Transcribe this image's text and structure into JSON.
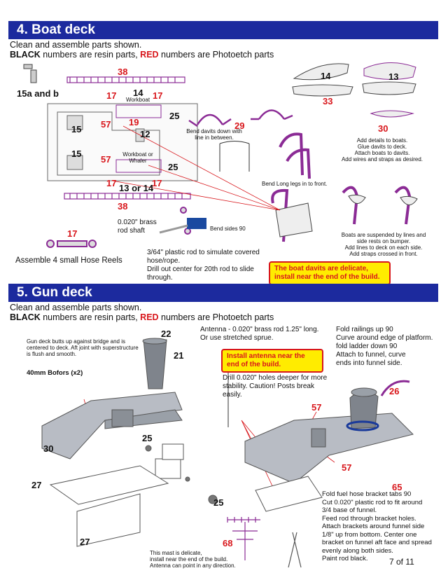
{
  "section1": {
    "heading": "4. Boat deck",
    "line1": "Clean and assemble parts shown.",
    "line2_black": "BLACK",
    "line2_a": " numbers are resin parts, ",
    "line2_red": "RED",
    "line2_b": " numbers are Photoetch parts",
    "labels": {
      "p38_top": "38",
      "p15ab": "15a and b",
      "p14_top": "14",
      "workboat": "Workboat",
      "p17_tl": "17",
      "p17_tr": "17",
      "p25_top": "25",
      "p15_a": "15",
      "p57_a": "57",
      "p19": "19",
      "p12": "12",
      "p15_b": "15",
      "p57_b": "57",
      "workboat_whaler": "Workboat or Whaler",
      "p25_bot": "25",
      "p17_bl": "17",
      "p13or14": "13 or 14",
      "p17_br": "17",
      "p38_bot": "38",
      "p29": "29",
      "p14_boat": "14",
      "p33": "33",
      "p13_boat": "13",
      "p30": "30",
      "p17_reel": "17"
    },
    "bend_davits": "Bend davits down with line in between.",
    "add_details": "Add details to boats.\nGlue davits to deck.\nAttach boats to davits.\nAdd wires and straps as desired.",
    "bend_long": "Bend Long legs in to front.",
    "brass_rod": "0.020\" brass rod shaft",
    "bend_sides": "Bend sides 90",
    "plastic_rod": "3/64\" plastic rod to simulate covered hose/rope.\nDrill out center for 20th rod to slide through.",
    "assemble_reels": "Assemble 4 small Hose Reels",
    "boats_suspended": "Boats are suspended by lines and side rests on bumper.\nAdd lines to deck on each side.\nAdd straps crossed in front.",
    "note_davits": "The boat davits are delicate, install near the end of the build."
  },
  "section2": {
    "heading": "5. Gun deck",
    "line1": "Clean and assemble parts shown.",
    "line2_black": "BLACK",
    "line2_a": " numbers are resin parts, ",
    "line2_red": "RED",
    "line2_b": " numbers are Photoetch parts",
    "gun_deck_note": "Gun deck butts up against bridge and is centered to deck. Aft joint with superstructure is flush and smooth.",
    "bofors": "40mm Bofors (x2)",
    "antenna": "Antenna - 0.020\" brass rod 1.25\" long.\nOr use stretched sprue.",
    "note_antenna": "Install antenna near the end of the build.",
    "drill": "Drill 0.020\" holes deeper for more stability. Caution! Posts break easily.",
    "fold_railings": "Fold railings up 90\nCurve around edge of platform.\nfold ladder down 90\nAttach to funnel, curve\nends into funnel side.",
    "labels": {
      "p22": "22",
      "p21": "21",
      "p30": "30",
      "p25_a": "25",
      "p27_a": "27",
      "p27_b": "27",
      "p25_b": "25",
      "p57_a": "57",
      "p57_b": "57",
      "p26": "26",
      "p65": "65",
      "p68": "68"
    },
    "fuel_hose": "Fold fuel hose bracket tabs 90\nCut 0.020\" plastic rod to fit around\n3/4  base of funnel.\nFeed rod through bracket holes.\nAttach brackets around funnel side\n1/8\" up from bottom. Center one\nbracket on funnel aft face and spread\nevenly along both sides.\nPaint rod black.",
    "mast_note": "This mast is delicate,\ninstall near the end of the build.\nAntenna can point in any direction.",
    "page": "7 of 11"
  }
}
